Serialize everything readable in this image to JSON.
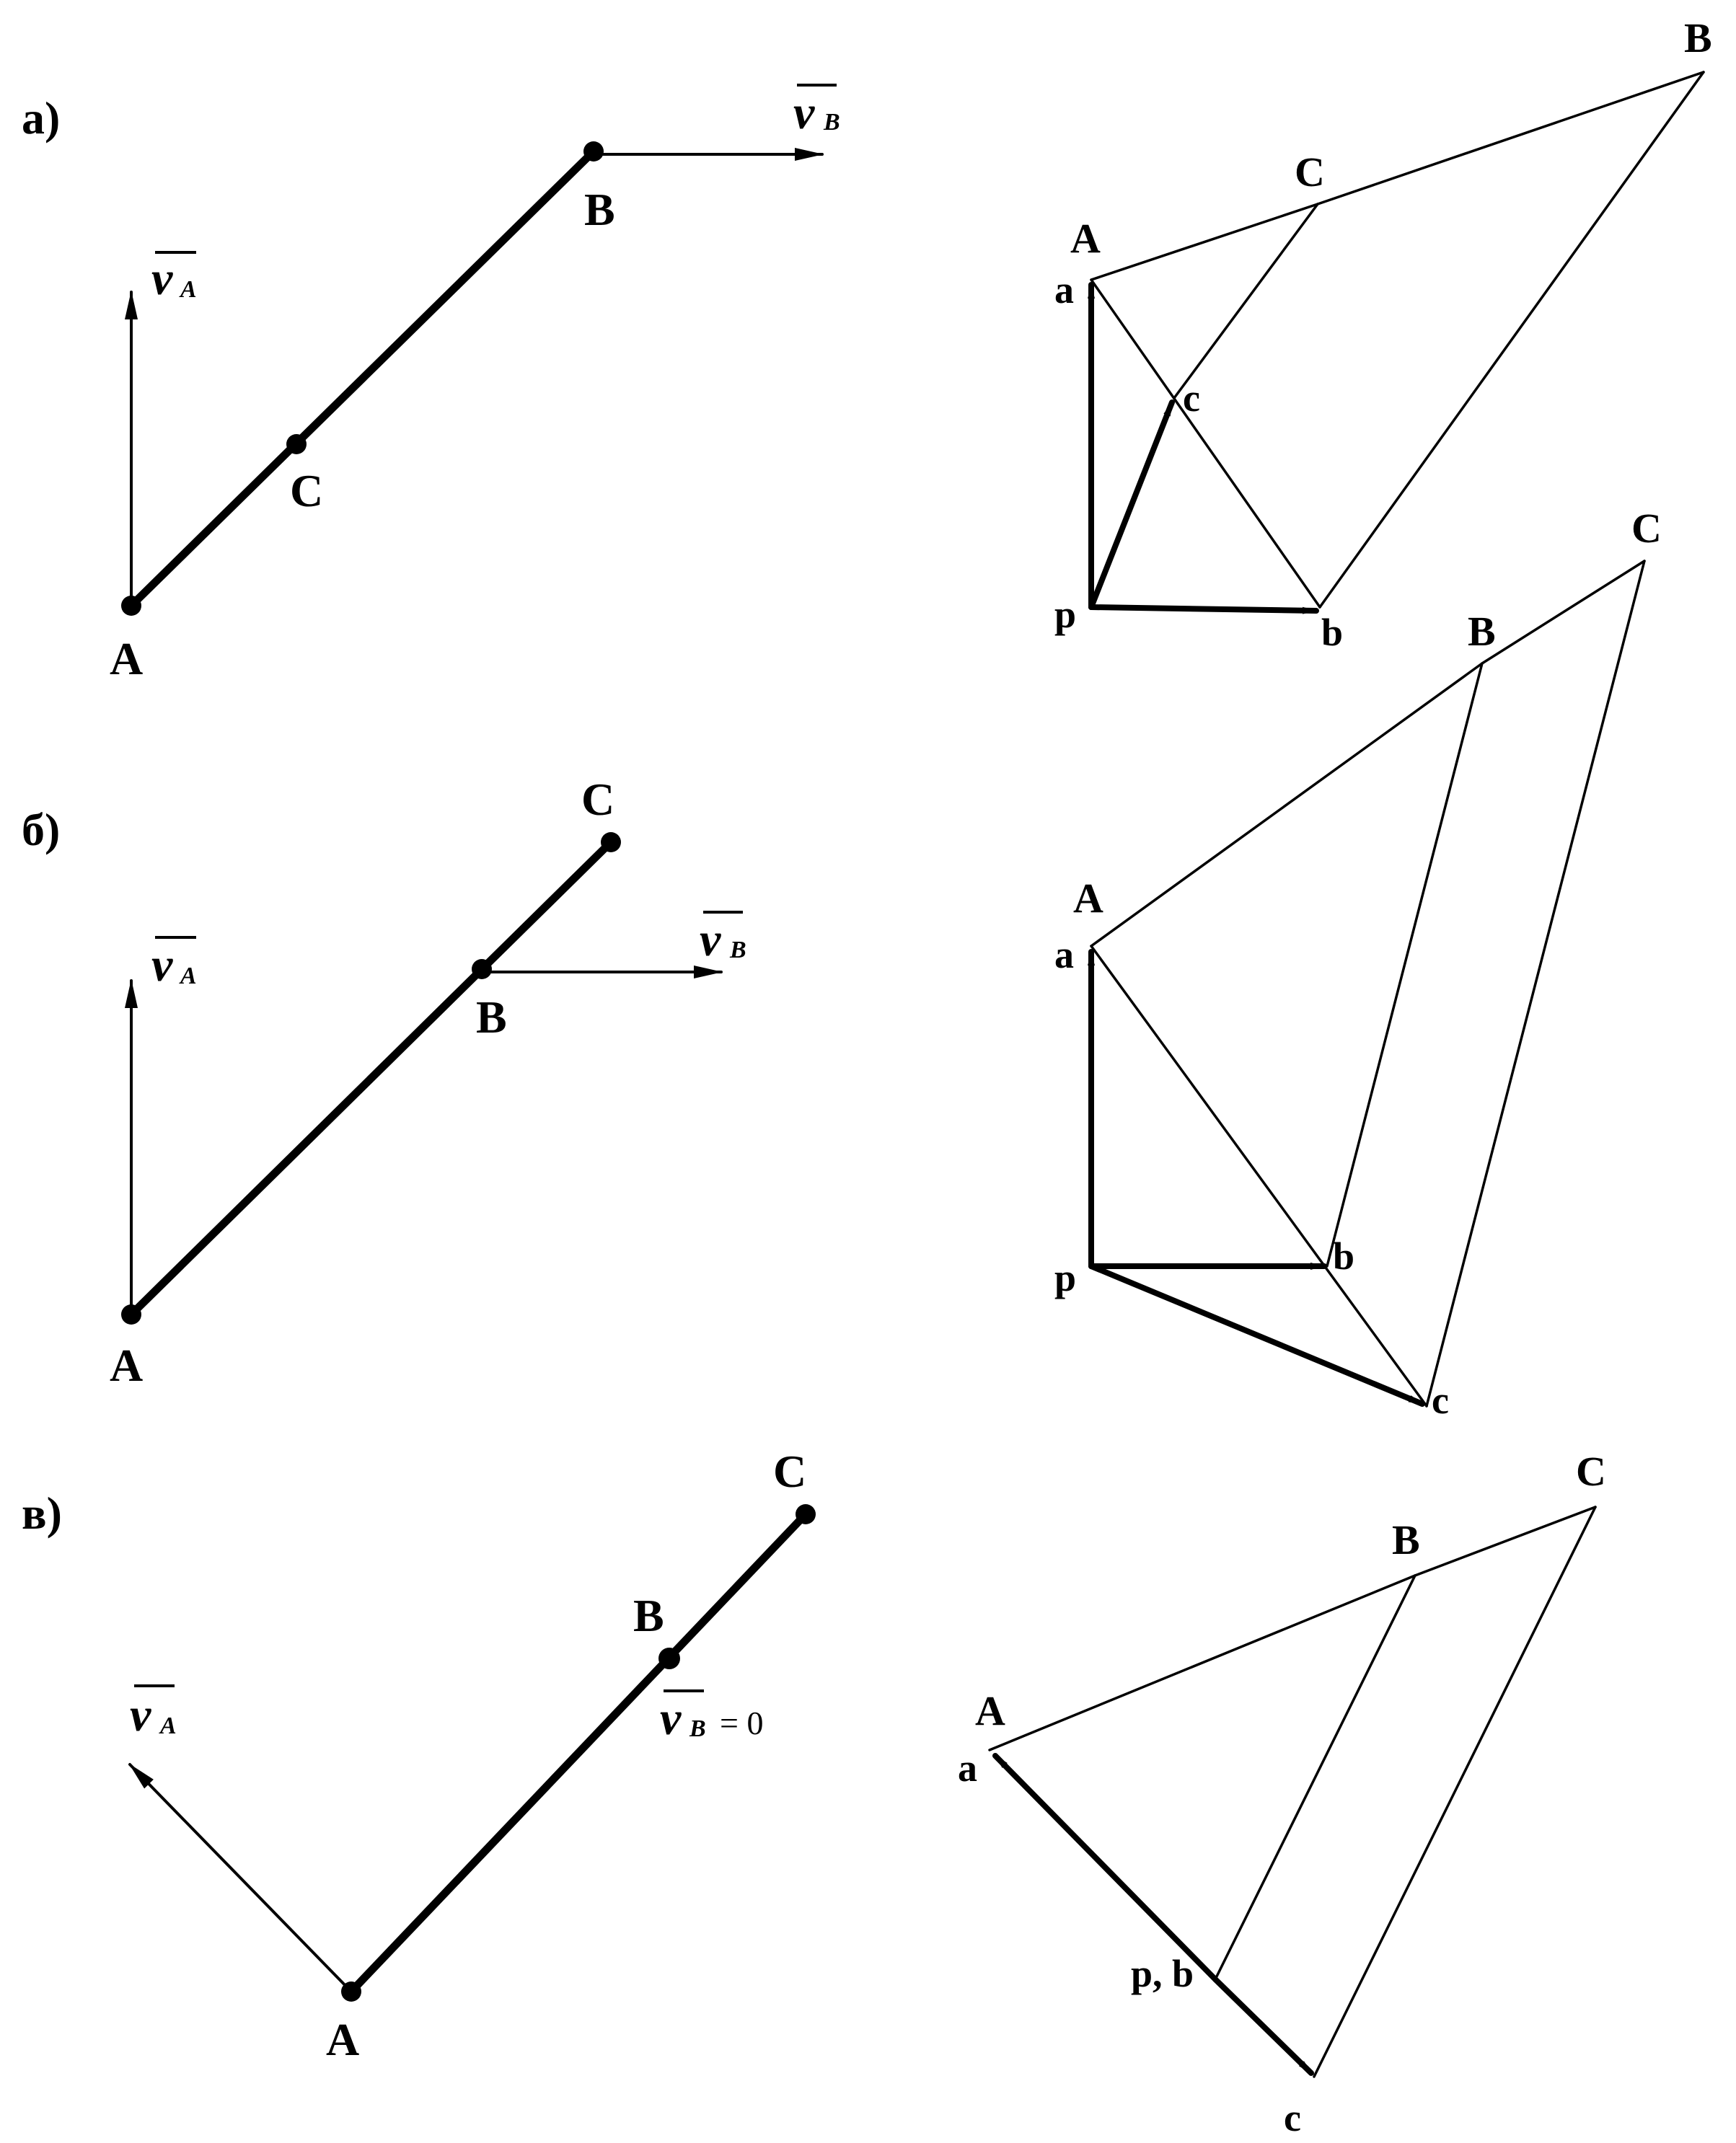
{
  "panels": [
    {
      "id": "a",
      "panel_label": "а)",
      "rod": {
        "point_A": "A",
        "point_C": "C",
        "point_B": "B"
      },
      "vA": {
        "symbol": "v",
        "sub": "A"
      },
      "vB": {
        "symbol": "v",
        "sub": "B"
      },
      "plan": {
        "cap_A": "A",
        "cap_B": "B",
        "cap_C": "C",
        "pt_a": "a",
        "pt_b": "b",
        "pt_c": "c",
        "pt_p": "p"
      }
    },
    {
      "id": "b",
      "panel_label": "б)",
      "rod": {
        "point_A": "A",
        "point_B": "B",
        "point_C": "C"
      },
      "vA": {
        "symbol": "v",
        "sub": "A"
      },
      "vB": {
        "symbol": "v",
        "sub": "B"
      },
      "plan": {
        "cap_A": "A",
        "cap_B": "B",
        "cap_C": "C",
        "pt_a": "a",
        "pt_b": "b",
        "pt_c": "c",
        "pt_p": "p"
      }
    },
    {
      "id": "c",
      "panel_label": "в)",
      "rod": {
        "point_A": "A",
        "point_B": "B",
        "point_C": "C"
      },
      "vA": {
        "symbol": "v",
        "sub": "A"
      },
      "vB": {
        "symbol": "v",
        "sub": "B",
        "eq": "= 0"
      },
      "plan": {
        "cap_A": "A",
        "cap_B": "B",
        "cap_C": "C",
        "pt_a": "a",
        "pt_pb": "p, b",
        "pt_c": "c"
      }
    }
  ]
}
